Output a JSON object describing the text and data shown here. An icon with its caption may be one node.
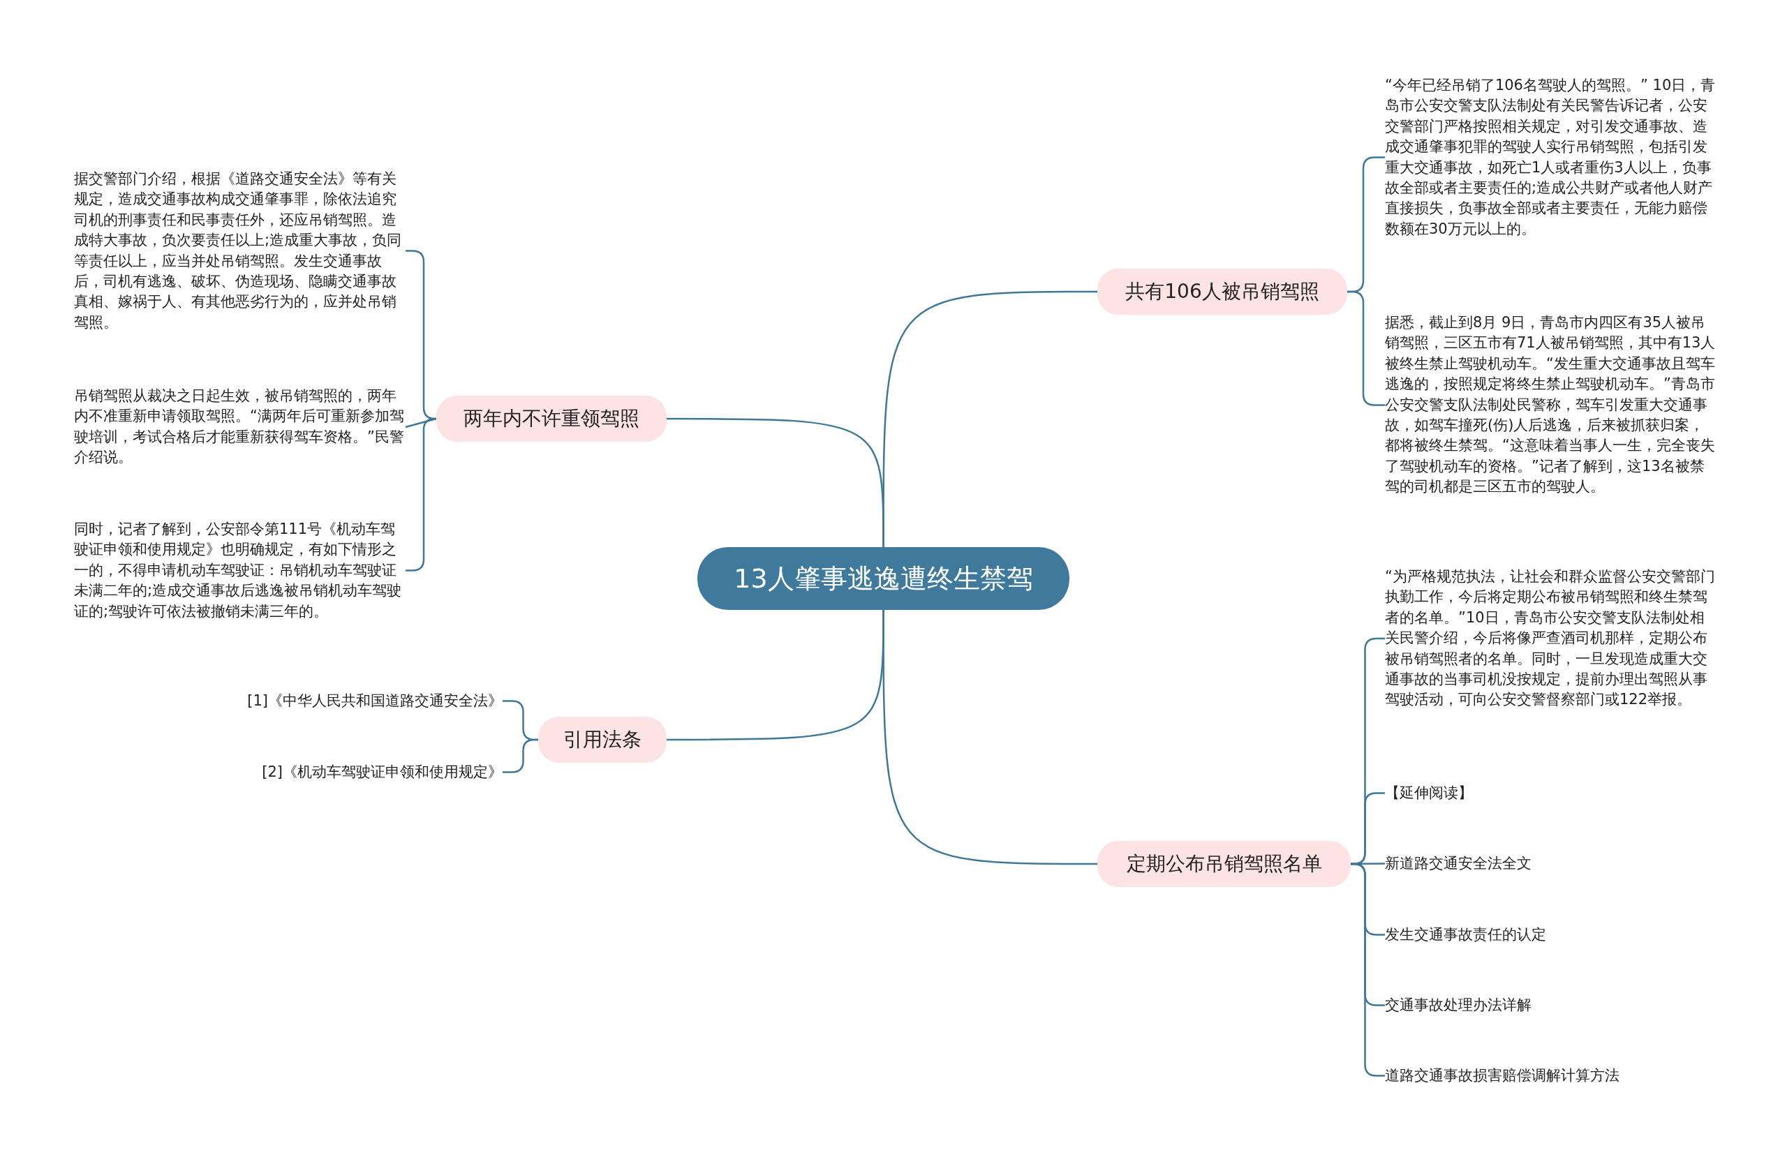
{
  "diagram": {
    "nodes": [
      {
        "text": [
          "13人肇事逃逸遭终生禁驾"
        ]
      },
      {
        "text": [
          "共有106人被吊销驾照"
        ]
      },
      {
        "text": [
          "“今年已经吊销了106名驾驶人的驾照。” 10日，青岛市公安交警支队法制处有关民警告诉记者，公安交警部门严格按照相关规定，对引发交通事故、造成交通肇事犯罪的驾驶人实行吊销驾照，包括引发重大交通事故，如死亡1人或者重伤3人以上，负事故全部或者主要责任的;造成公共财产或者他人财产直接损失，负事故全部或者主要责任，无能力赔偿数额在30万元以上的。"
        ]
      },
      {
        "text": [
          "据悉，截止到8月 9日，青岛市内四区有35人被吊销驾照，三区五市有71人被吊销驾照，其中有13人被终生禁止驾驶机动车。“发生重大交通事故且驾车逃逸的，按照规定将终生禁止驾驶机动车。”青岛市公安交警支队法制处民警称，驾车引发重大交通事故，如驾车撞死(伤)人后逃逸，后来被抓获归案，都将被终生禁驾。“这意味着当事人一生，完全丧失了驾驶机动车的资格。”记者了解到，这13名被禁驾的司机都是三区五市的驾驶人。"
        ]
      },
      {
        "text": [
          "两年内不许重领驾照"
        ]
      },
      {
        "text": [
          "据交警部门介绍，根据《道路交通安全法》等有关规定，造成交通事故构成交通肇事罪，除依法追究司机的刑事责任和民事责任外，还应吊销驾照。造成特大事故，负次要责任以上;造成重大事故，负同等责任以上，应当并处吊销驾照。发生交通事故后，司机有逃逸、破坏、伪造现场、隐瞒交通事故真相、嫁祸于人、有其他恶劣行为的，应并处吊销驾照。"
        ]
      },
      {
        "text": [
          "吊销驾照从裁决之日起生效，被吊销驾照的，两年内不准重新申请领取驾照。“满两年后可重新参加驾驶培训，考试合格后才能重新获得驾车资格。”民警介绍说。"
        ]
      },
      {
        "text": [
          "同时，记者了解到，公安部令第111号《机动车驾驶证申领和使用规定》也明确规定，有如下情形之一的，不得申请机动车驾驶证：吊销机动车驾驶证未满二年的;造成交通事故后逃逸被吊销机动车驾驶证的;驾驶许可依法被撤销未满三年的。"
        ]
      },
      {
        "text": [
          "引用法条"
        ]
      },
      {
        "text": [
          "[1]《中华人民共和国道路交通安全法》"
        ]
      },
      {
        "text": [
          "[2]《机动车驾驶证申领和使用规定》"
        ]
      },
      {
        "text": [
          "定期公布吊销驾照名单"
        ]
      },
      {
        "text": [
          "“为严格规范执法，让社会和群众监督公安交警部门执勤工作，今后将定期公布被吊销驾照和终生禁驾者的名单。”10日，青岛市公安交警支队法制处相关民警介绍，今后将像严查酒司机那样，定期公布被吊销驾照者的名单。同时，一旦发现造成重大交通事故的当事司机没按规定，提前办理出驾照从事驾驶活动，可向公安交警督察部门或122举报。"
        ]
      },
      {
        "text": [
          "【延伸阅读】"
        ]
      },
      {
        "text": [
          "新道路交通安全法全文"
        ]
      },
      {
        "text": [
          "发生交通事故责任的认定"
        ]
      },
      {
        "text": [
          "交通事故处理办法详解"
        ]
      },
      {
        "text": [
          "道路交通事故损害赔偿调解计算方法"
        ]
      }
    ],
    "edges": [
      {
        "from": 0,
        "to": 1,
        "arrow": "none"
      },
      {
        "from": 1,
        "to": 2,
        "arrow": "none"
      },
      {
        "from": 1,
        "to": 3,
        "arrow": "none"
      },
      {
        "from": 0,
        "to": 4,
        "arrow": "none"
      },
      {
        "from": 4,
        "to": 5,
        "arrow": "none"
      },
      {
        "from": 4,
        "to": 6,
        "arrow": "none"
      },
      {
        "from": 4,
        "to": 7,
        "arrow": "none"
      },
      {
        "from": 0,
        "to": 8,
        "arrow": "none"
      },
      {
        "from": 8,
        "to": 9,
        "arrow": "none"
      },
      {
        "from": 8,
        "to": 10,
        "arrow": "none"
      },
      {
        "from": 0,
        "to": 11,
        "arrow": "none"
      },
      {
        "from": 11,
        "to": 12,
        "arrow": "none"
      },
      {
        "from": 11,
        "to": 13,
        "arrow": "none"
      },
      {
        "from": 11,
        "to": 14,
        "arrow": "none"
      },
      {
        "from": 11,
        "to": 15,
        "arrow": "none"
      },
      {
        "from": 11,
        "to": 16,
        "arrow": "none"
      },
      {
        "from": 11,
        "to": 17,
        "arrow": "none"
      }
    ]
  }
}
